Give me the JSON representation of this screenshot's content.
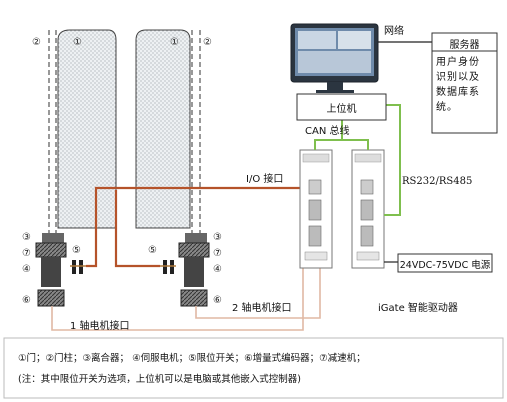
{
  "diagram": {
    "network_label": "网络",
    "server": {
      "title": "服务器",
      "description_lines": [
        "用户身份",
        "识别以及",
        "数据库系",
        "统。"
      ]
    },
    "host_label": "上位机",
    "can_bus_label": "CAN 总线",
    "io_label": "I/O 接口",
    "rs_label": "RS232/RS485",
    "power_label": "24VDC-75VDC 电源",
    "motor1_label": "1 轴电机接口",
    "motor2_label": "2 轴电机接口",
    "driver_label": "iGate 智能驱动器",
    "part_labels": {
      "door": "①",
      "post": "②",
      "clutch": "③",
      "servo": "④",
      "limit": "⑤",
      "encoder": "⑥",
      "reducer": "⑦"
    },
    "legend_line1": "①门；②门柱；③离合器； ④伺服电机；⑤限位开关；⑥增量式编码器；⑦减速机；",
    "legend_line2": "(注：其中限位开关为选项，上位机可以是电脑或其他嵌入式控制器)"
  },
  "colors": {
    "io_wire": "#b5532a",
    "rs_wire": "#7fbf4e",
    "can_wire": "#7fbf4e",
    "motor_wire": "#e0b8a4",
    "post_line": "#555555"
  }
}
